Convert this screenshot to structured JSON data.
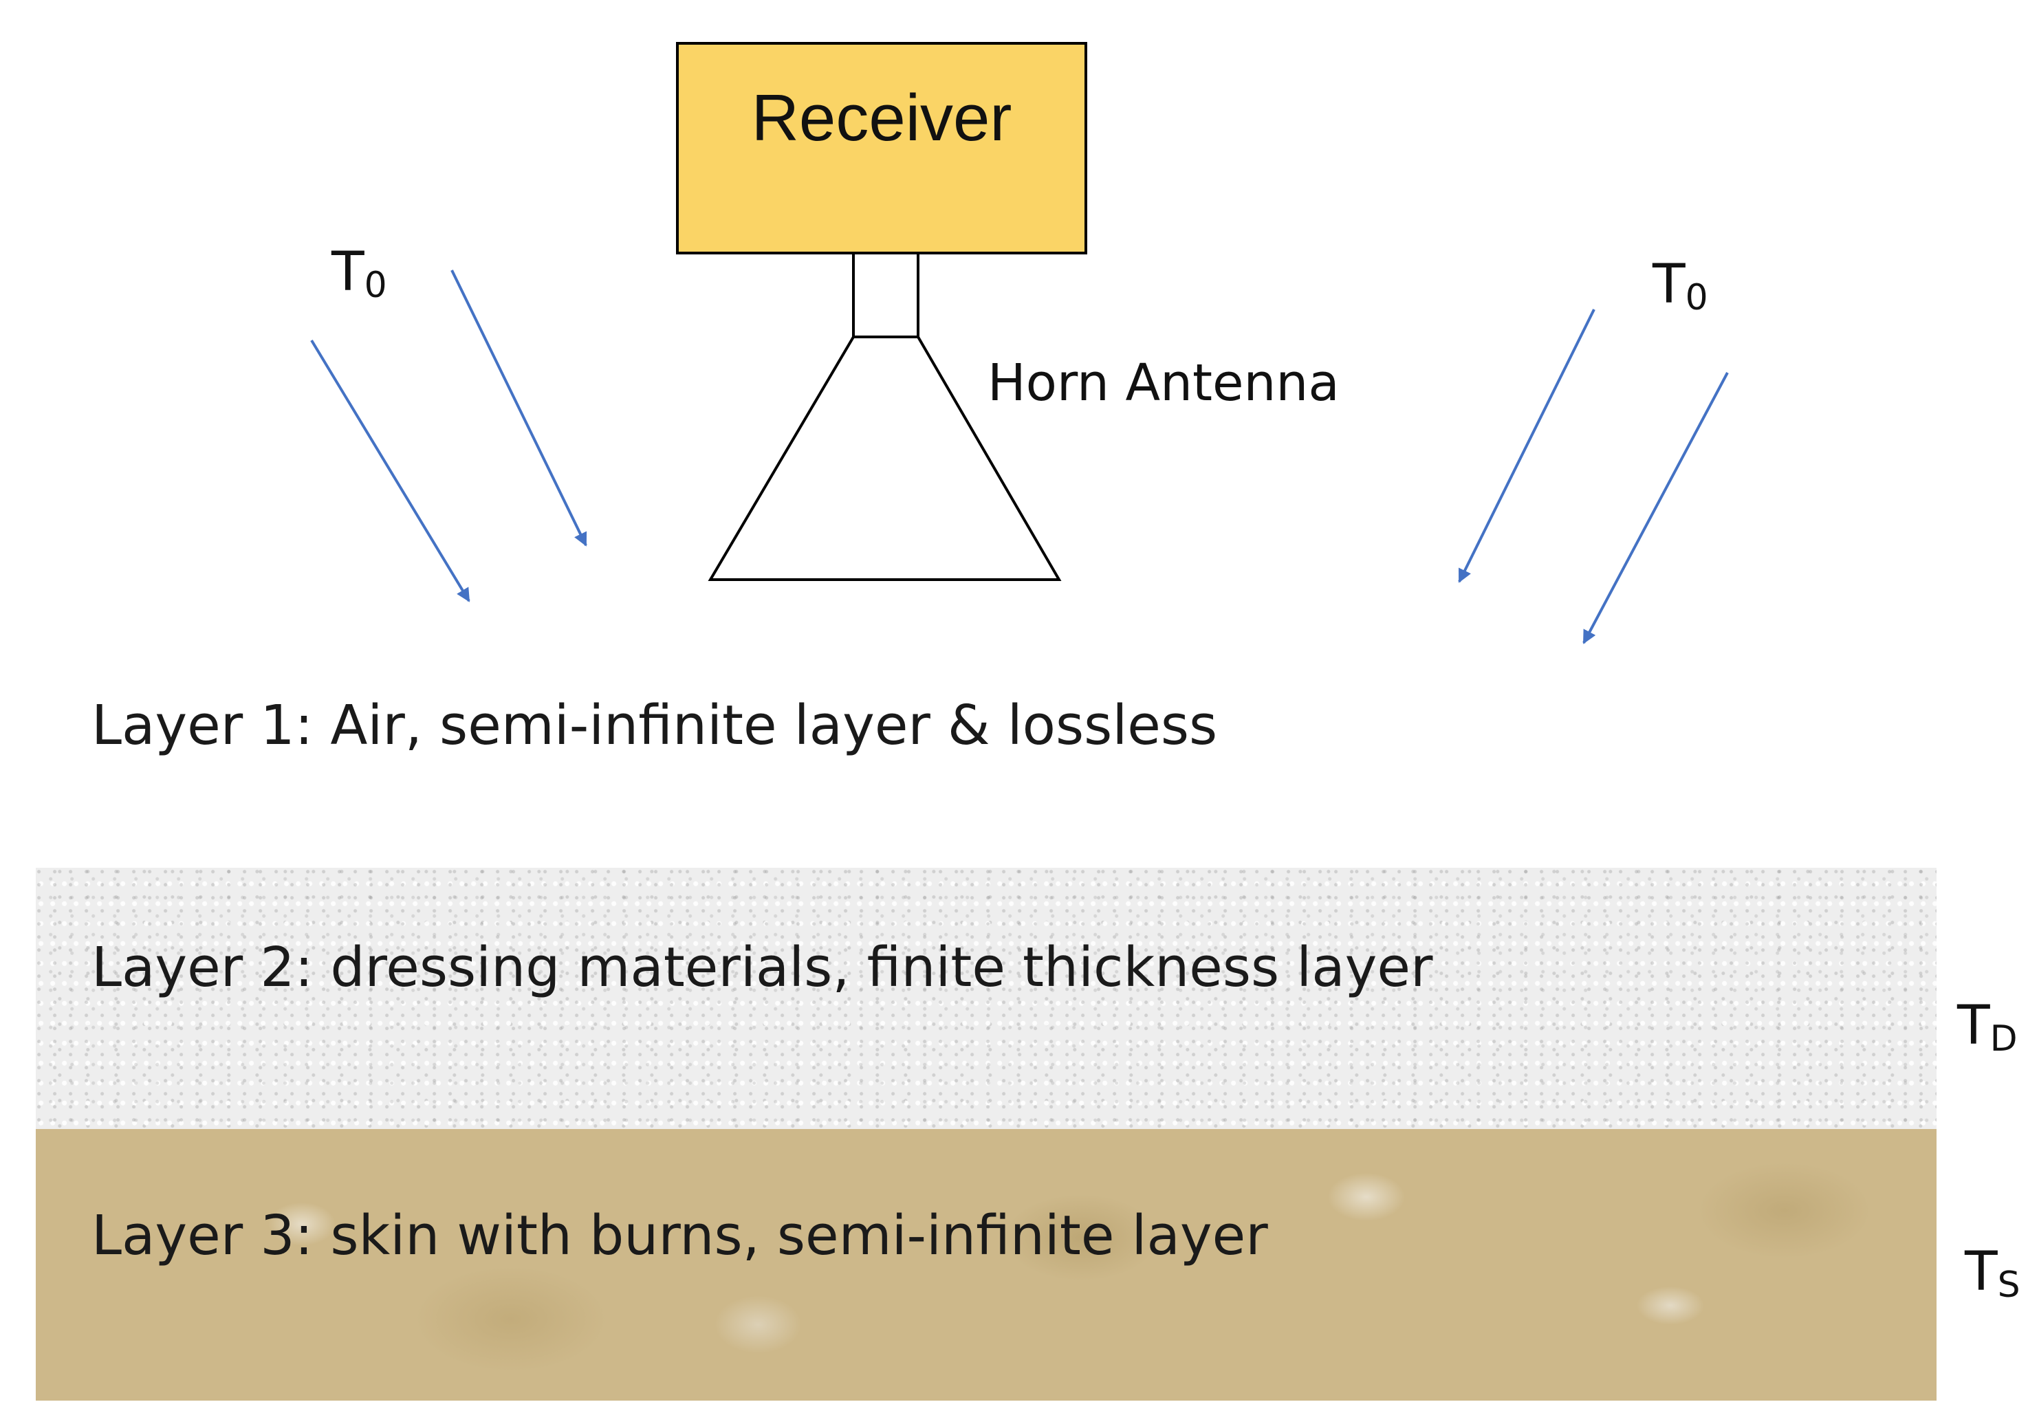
{
  "receiver": {
    "label": "Receiver",
    "fill": "#fad466"
  },
  "antenna": {
    "label": "Horn Antenna"
  },
  "temperatures": {
    "left": {
      "symbol": "T",
      "subscript": "0"
    },
    "right": {
      "symbol": "T",
      "subscript": "0"
    },
    "dressing": {
      "symbol": "T",
      "subscript": "D"
    },
    "skin": {
      "symbol": "T",
      "subscript": "S"
    }
  },
  "layers": [
    {
      "label": "Layer 1: Air, semi-infinite layer & lossless"
    },
    {
      "label": "Layer 2: dressing materials, finite thickness layer"
    },
    {
      "label": "Layer 3: skin with burns, semi-infinite layer"
    }
  ],
  "colors": {
    "arrow": "#4472c4",
    "outline": "#000000"
  }
}
